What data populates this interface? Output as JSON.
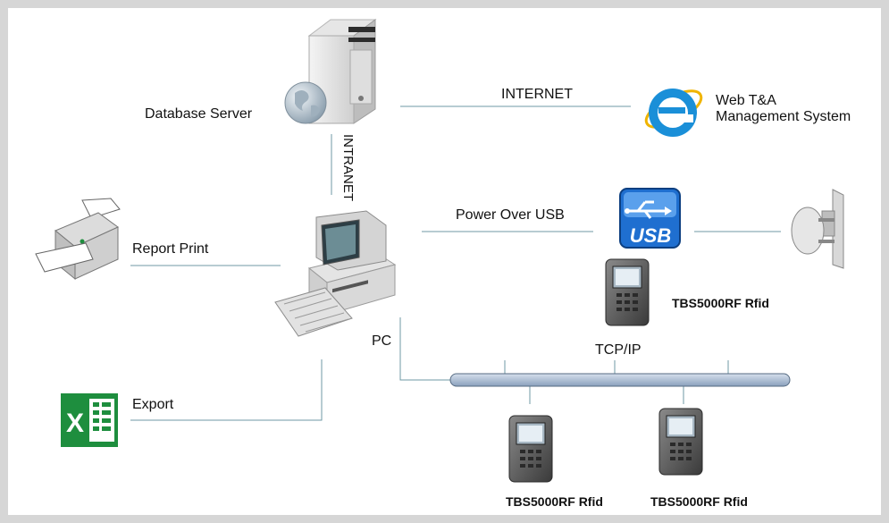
{
  "labels": {
    "database_server": "Database Server",
    "internet": "INTERNET",
    "web_ta_line1": "Web T&A",
    "web_ta_line2": "Management System",
    "intranet": "INTRANET",
    "power_over_usb": "Power Over USB",
    "report_print": "Report Print",
    "pc": "PC",
    "tcp_ip": "TCP/IP",
    "export": "Export",
    "device_top": "TBS5000RF Rfid",
    "device_bottom_left": "TBS5000RF Rfid",
    "device_bottom_right": "TBS5000RF Rfid",
    "usb_badge": "USB",
    "excel_letter": "X",
    "ie_letter": "e"
  },
  "colors": {
    "connector": "#6f9aa4",
    "bus_fill": "#b4c3d6",
    "usb_blue": "#1f6fd0",
    "excel_green": "#1e8e3e",
    "ie_blue": "#1a8fd8"
  },
  "icons": [
    "server-icon",
    "globe-icon",
    "ie-browser-icon",
    "pc-icon",
    "printer-icon",
    "excel-icon",
    "usb-icon",
    "usb-adapter-icon",
    "rfid-terminal-icon"
  ]
}
